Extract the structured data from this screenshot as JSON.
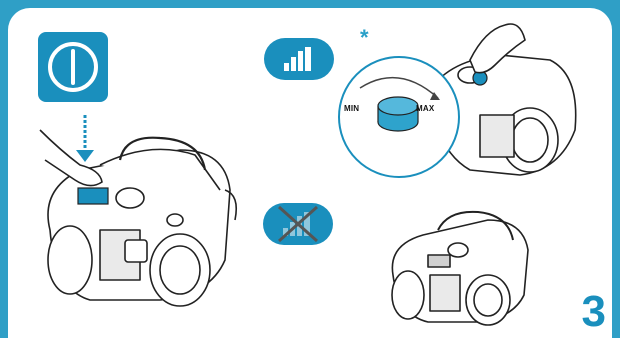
{
  "instructions": {
    "min_label": "MIN",
    "max_label": "MAX",
    "asterisk": "*",
    "step_number": "3"
  },
  "icons": {
    "power": "power-icon",
    "suction_level": "signal-bars-icon",
    "no_suction": "crossed-signal-bars-icon"
  },
  "colors": {
    "frame": "#2f9fc6",
    "accent": "#1a8fbd",
    "line_art": "#222222"
  }
}
